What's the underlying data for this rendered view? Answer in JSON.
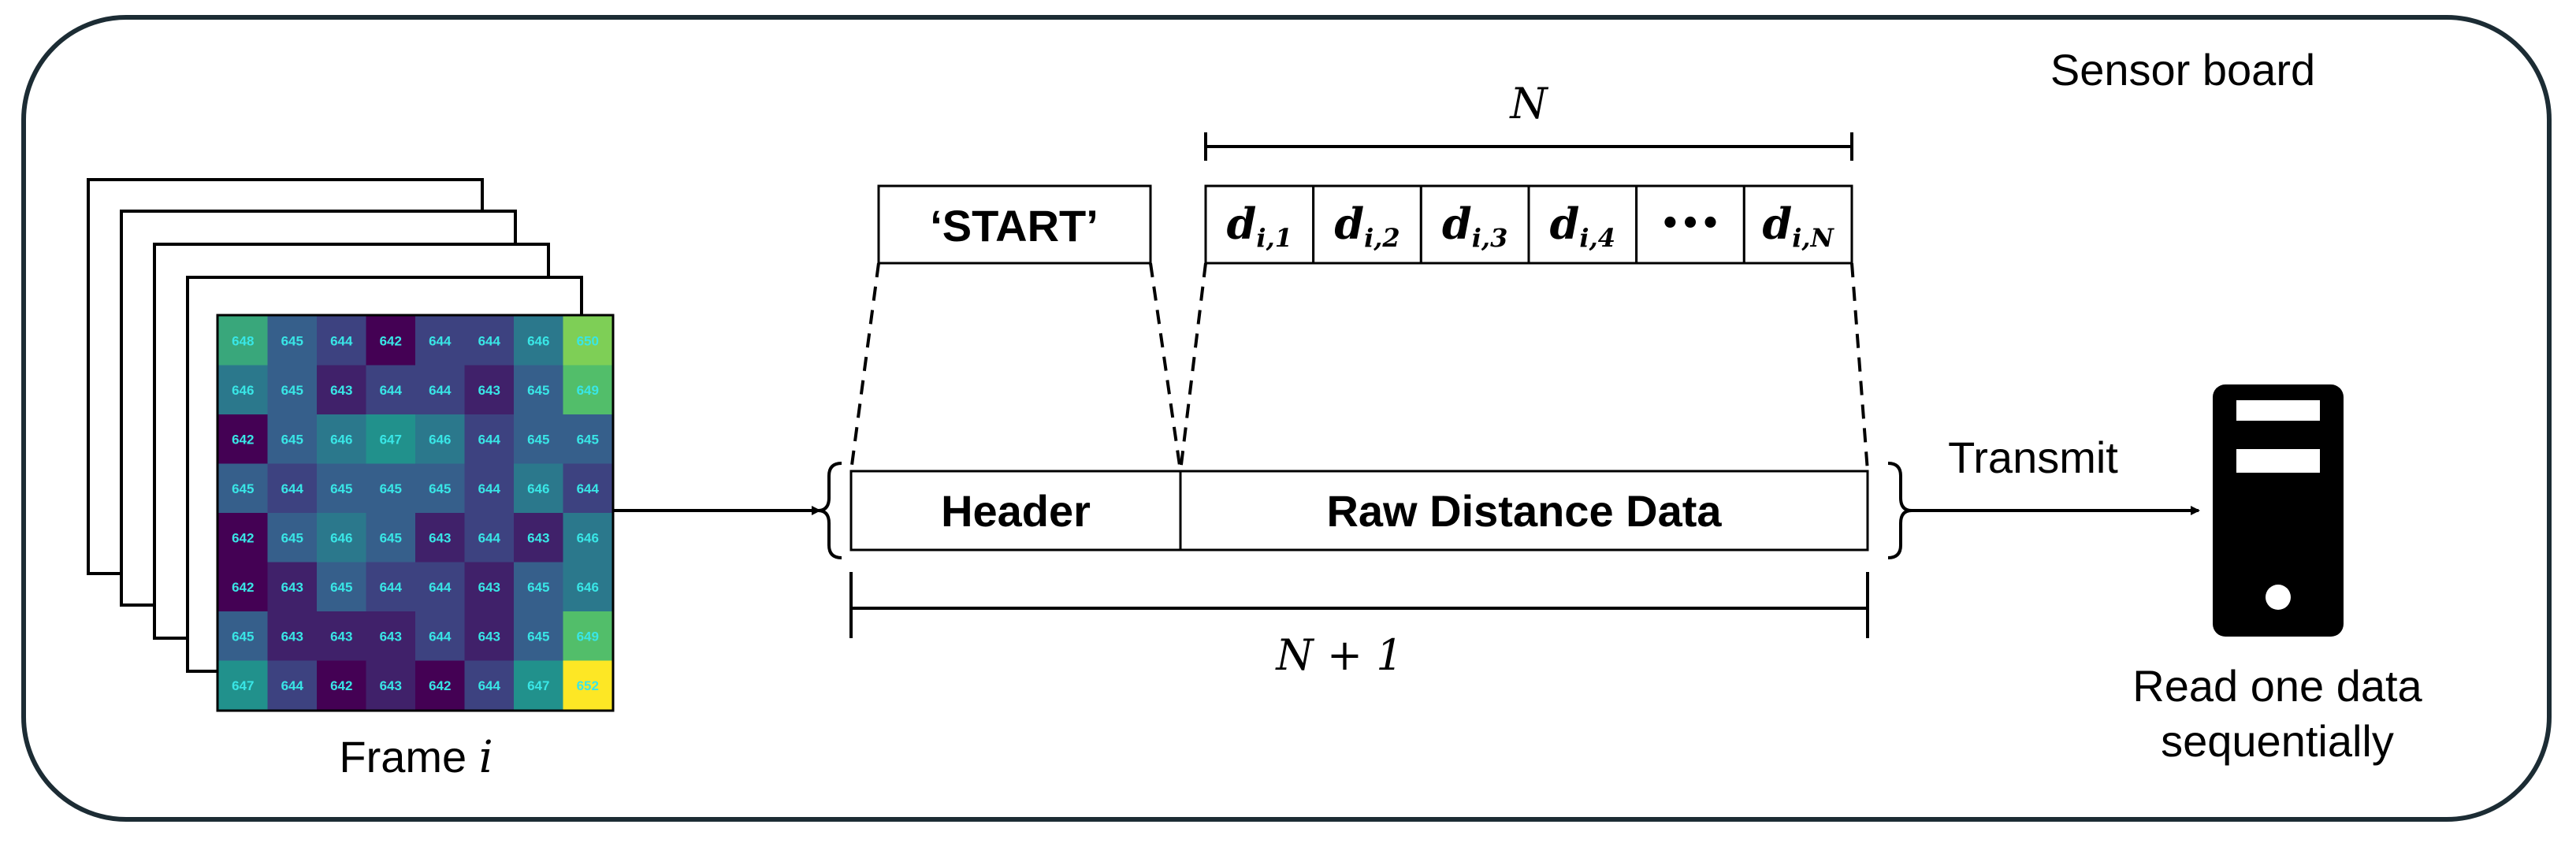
{
  "board": {
    "label": "Sensor board"
  },
  "frame": {
    "label_prefix": "Frame",
    "label_var": "i",
    "stack_count": 4,
    "grid": [
      [
        648,
        645,
        644,
        642,
        644,
        644,
        646,
        650
      ],
      [
        646,
        645,
        643,
        644,
        644,
        643,
        645,
        649
      ],
      [
        642,
        645,
        646,
        647,
        646,
        644,
        645,
        645
      ],
      [
        645,
        644,
        645,
        645,
        645,
        644,
        646,
        644
      ],
      [
        642,
        645,
        646,
        645,
        643,
        644,
        643,
        646
      ],
      [
        642,
        643,
        645,
        644,
        644,
        643,
        645,
        646
      ],
      [
        645,
        643,
        643,
        643,
        644,
        643,
        645,
        649
      ],
      [
        647,
        644,
        642,
        643,
        642,
        644,
        647,
        652
      ]
    ],
    "value_text_color": "#39e6e6"
  },
  "packet": {
    "start_label": "‘START’",
    "header_label": "Header",
    "raw_label": "Raw Distance Data",
    "total_length": "N + 1",
    "data_count": "N",
    "cells": [
      {
        "main": "d",
        "sub": "i,1"
      },
      {
        "main": "d",
        "sub": "i,2"
      },
      {
        "main": "d",
        "sub": "i,3"
      },
      {
        "main": "d",
        "sub": "i,4"
      },
      {
        "main": "•••",
        "sub": ""
      },
      {
        "main": "d",
        "sub": "i,N"
      }
    ]
  },
  "transmit": {
    "label": "Transmit"
  },
  "receiver": {
    "label_line1": "Read one data",
    "label_line2": "sequentially"
  }
}
